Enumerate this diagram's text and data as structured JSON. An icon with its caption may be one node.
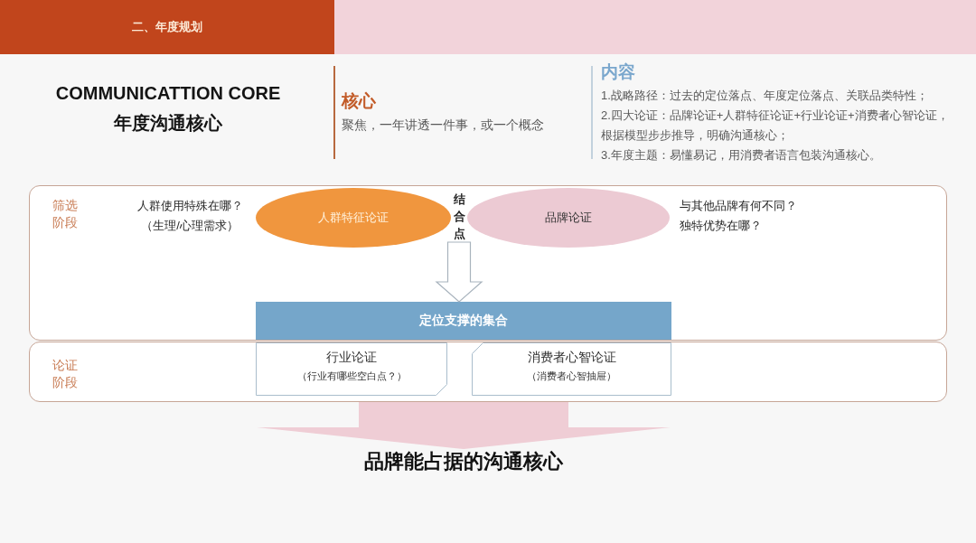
{
  "diagram": {
    "title": "二、年度规划",
    "nodes": [
      {
        "text": [
          "筛选阶段"
        ]
      },
      {
        "text": [
          "人群特征论证"
        ],
        "in": 0,
        "beside": [
          "人群使用特殊在哪？",
          "（生理/心理需求）"
        ]
      },
      {
        "text": [
          "结合点"
        ],
        "in": 0
      },
      {
        "text": [
          "品牌论证"
        ],
        "in": 0,
        "beside": [
          "与其他品牌有何不同？",
          "独特优势在哪？"
        ]
      },
      {
        "text": [
          "定位支撑的集合"
        ],
        "in": 0
      },
      {
        "text": [
          "论证阶段"
        ]
      },
      {
        "text": [
          "行业论证",
          "（行业有哪些空白点？）"
        ],
        "in": 5
      },
      {
        "text": [
          "消费者心智论证",
          "（消费者心智抽屉）"
        ],
        "in": 5
      },
      {
        "text": [
          "品牌能占据的沟通核心"
        ]
      }
    ],
    "edges": [
      {
        "from": 2,
        "to": 4,
        "arrow": "to"
      },
      {
        "from": 5,
        "to": 8,
        "arrow": "to",
        "style": "thick",
        "color": "#efcdd5"
      }
    ],
    "labels": [
      "COMMUNICATTION CORE",
      "年度沟通核心",
      "核心",
      "聚焦，一年讲透一件事，或一个概念",
      "内容",
      "1.战略路径：过去的定位落点、年度定位落点、关联品类特性；",
      "2.四大论证：品牌论证+人群特征论证+行业论证+消费者心智论证，根据模型步步推导，明确沟通核心；",
      "3.年度主题：易懂易记，用消费者语言包装沟通核心。"
    ]
  }
}
